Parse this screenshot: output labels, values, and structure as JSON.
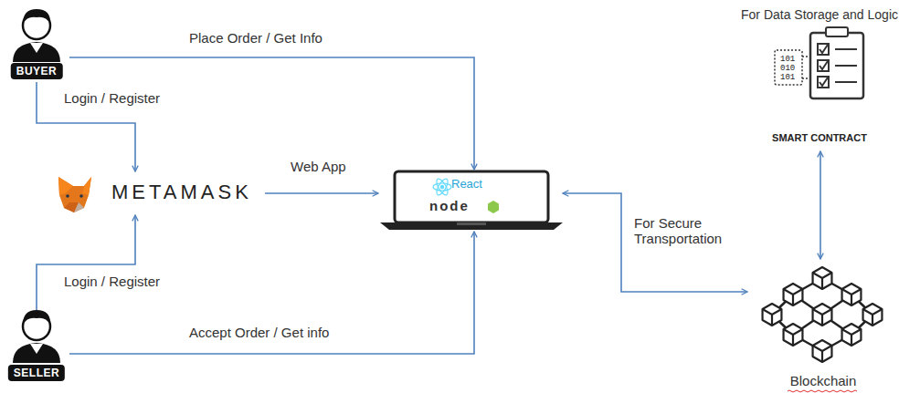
{
  "diagram": {
    "nodes": [
      {
        "text": [
          "BUYER"
        ]
      },
      {
        "text": [
          "METAMASK"
        ]
      },
      {
        "text": [
          "React",
          "node"
        ]
      },
      {
        "text": [
          "For Data Storage and Logic",
          "SMART CONTRACT"
        ]
      },
      {
        "text": [
          "Blockchain"
        ]
      },
      {
        "text": [
          "SELLER"
        ]
      }
    ],
    "edges": [
      {
        "from": 0,
        "to": 2,
        "label": "Place Order / Get Info",
        "arrow": "to"
      },
      {
        "from": 0,
        "to": 1,
        "label": "Login / Register",
        "arrow": "to"
      },
      {
        "from": 1,
        "to": 2,
        "label": "Web App",
        "arrow": "to"
      },
      {
        "from": 5,
        "to": 1,
        "label": "Login / Register",
        "arrow": "to"
      },
      {
        "from": 5,
        "to": 2,
        "label": "Accept Order / Get info",
        "arrow": "to"
      },
      {
        "from": 2,
        "to": 4,
        "label": "For Secure Transportation",
        "arrow": "both"
      },
      {
        "from": 3,
        "to": 4,
        "arrow": "both"
      }
    ],
    "labels": [
      "101",
      "010",
      "101"
    ]
  }
}
